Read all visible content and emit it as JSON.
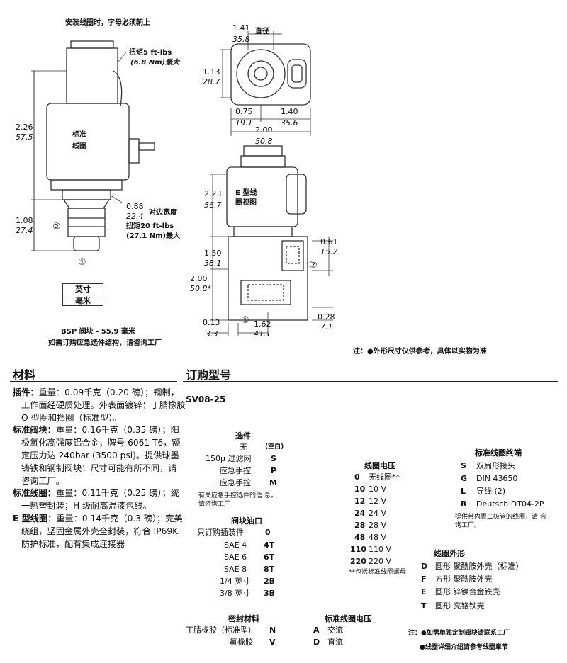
{
  "drawing": {
    "install_note": "安装线圈时，字母必须朝上",
    "torque_top_1": "扭矩5 ft-lbs",
    "torque_top_2": "(6.8 Nm)最大",
    "dim_226": "2.26",
    "dim_575": "57.5",
    "std_coil": "标准\n线圈",
    "dim_088": "0.88",
    "dim_224": "22.4",
    "across_flats": "对边宽度",
    "torque_bot_1": "扭矩20 ft-lbs",
    "torque_bot_2": "(27.1 Nm)最大",
    "dim_108": "1.08",
    "dim_274": "27.4",
    "port1": "①",
    "port2": "②",
    "unit_in": "英寸",
    "unit_mm": "毫米",
    "bsp_note": "BSP 阀块 - 55.9 毫米",
    "emerg_note": "如需订购应急选件结构，请咨询工厂",
    "dim_141": "1.41",
    "dim_358": "35.8",
    "diameter": "直径",
    "dim_113": "1.13",
    "dim_287": "28.7",
    "dim_075": "0.75",
    "dim_191": "19.1",
    "dim_140": "1.40",
    "dim_356": "35.6",
    "dim_200a": "2.00",
    "dim_508a": "50.8",
    "e_coil": "E 型线\n圈视图",
    "dim_223": "2.23",
    "dim_567": "56.7",
    "dim_061": "0.61",
    "dim_152": "15.2",
    "dim_150": "1.50",
    "dim_381": "38.1",
    "dim_200b": "2.00",
    "dim_508b": "50.8*",
    "dim_013": "0.13",
    "dim_33": "3.3",
    "dim_162": "1.62",
    "dim_411": "41.1",
    "dim_028": "0.28",
    "dim_71": "7.1",
    "note_ref": "注：●外形尺寸仅供参考，具体以实物为准"
  },
  "materials": {
    "title": "材料",
    "items": [
      {
        "label": "插件：",
        "text": "重量：0.09千克（0.20 磅）；钢制，工作面经硬质处理。外表面镀锌；丁腈橡胶 O 型圈和挡圈（标准型）。"
      },
      {
        "label": "标准阀块：",
        "text": "重量：0.16千克（0.35 磅）；阳极氧化高强度铝合金，牌号 6061 T6，额定压力达 240bar (3500 psi)。提供球墨铸铁和钢制阀块；尺寸可能有所不同，请 咨询工厂。"
      },
      {
        "label": "标准线圈：",
        "text": "重量：0.11千克（0.25 磅）；统一热塑封装；H 级耐高温漆包线。"
      },
      {
        "label": "E 型线圈：",
        "text": "重量：0.14千克（0.3 磅）；完美绕组，坚固金属外壳全封装，符合 IP69K 防护标准，配有集成连接器"
      }
    ]
  },
  "ordering": {
    "title": "订购型号",
    "model": "SV08-25",
    "options": {
      "title": "选件",
      "rows": [
        {
          "label": "无",
          "code": "(空白)"
        },
        {
          "label": "150μ 过滤网",
          "code": "S"
        },
        {
          "label": "应急手控",
          "code": "P"
        },
        {
          "label": "应急手控",
          "code": "M"
        }
      ],
      "note": "有关应急手控选件的信 息，请咨询工厂"
    },
    "ports": {
      "title": "阀块油口",
      "rows": [
        {
          "label": "只订购插装件",
          "code": "0"
        },
        {
          "label": "SAE 4",
          "code": "4T"
        },
        {
          "label": "SAE 6",
          "code": "6T"
        },
        {
          "label": "SAE 8",
          "code": "8T"
        },
        {
          "label": "1/4 英寸",
          "code": "2B"
        },
        {
          "label": "3/8 英寸",
          "code": "3B"
        }
      ]
    },
    "seal": {
      "title": "密封材料",
      "rows": [
        {
          "label": "丁腈橡胶（标准型）",
          "code": "N"
        },
        {
          "label": "氟橡胶",
          "code": "V"
        }
      ]
    },
    "voltage": {
      "title": "线圈电压",
      "rows": [
        {
          "code": "0",
          "label": "无线圈**"
        },
        {
          "code": "10",
          "label": "10 V"
        },
        {
          "code": "12",
          "label": "12 V"
        },
        {
          "code": "24",
          "label": "24 V"
        },
        {
          "code": "28",
          "label": "28 V"
        },
        {
          "code": "48",
          "label": "48 V"
        },
        {
          "code": "110",
          "label": "110 V"
        },
        {
          "code": "220",
          "label": "220 V"
        }
      ],
      "note": "**包括标准线圈螺母"
    },
    "std_voltage": {
      "title": "标准线圈电压",
      "rows": [
        {
          "code": "A",
          "label": "交流"
        },
        {
          "code": "D",
          "label": "直流"
        }
      ]
    },
    "terminal": {
      "title": "标准线圈终端",
      "rows": [
        {
          "code": "S",
          "label": "双扁形接头"
        },
        {
          "code": "G",
          "label": "DIN 43650"
        },
        {
          "code": "L",
          "label": "导线 (2)"
        },
        {
          "code": "R",
          "label": "Deutsch DT04-2P"
        }
      ],
      "note": "提供带内置二极管的线圈，请 咨 询工厂。"
    },
    "housing": {
      "title": "线圈外形",
      "rows": [
        {
          "code": "D",
          "label": "圆形  聚酰胺外壳（标准）"
        },
        {
          "code": "F",
          "label": "方形  聚酰胺外壳"
        },
        {
          "code": "E",
          "label": "圆形  锌镍合金铁壳"
        },
        {
          "code": "T",
          "label": "圆形  亮铬铁壳"
        }
      ]
    },
    "note1": "注：●如需单独定制阀块请联系工厂",
    "note2": "●线圈详细介绍请参考线圈章节"
  }
}
